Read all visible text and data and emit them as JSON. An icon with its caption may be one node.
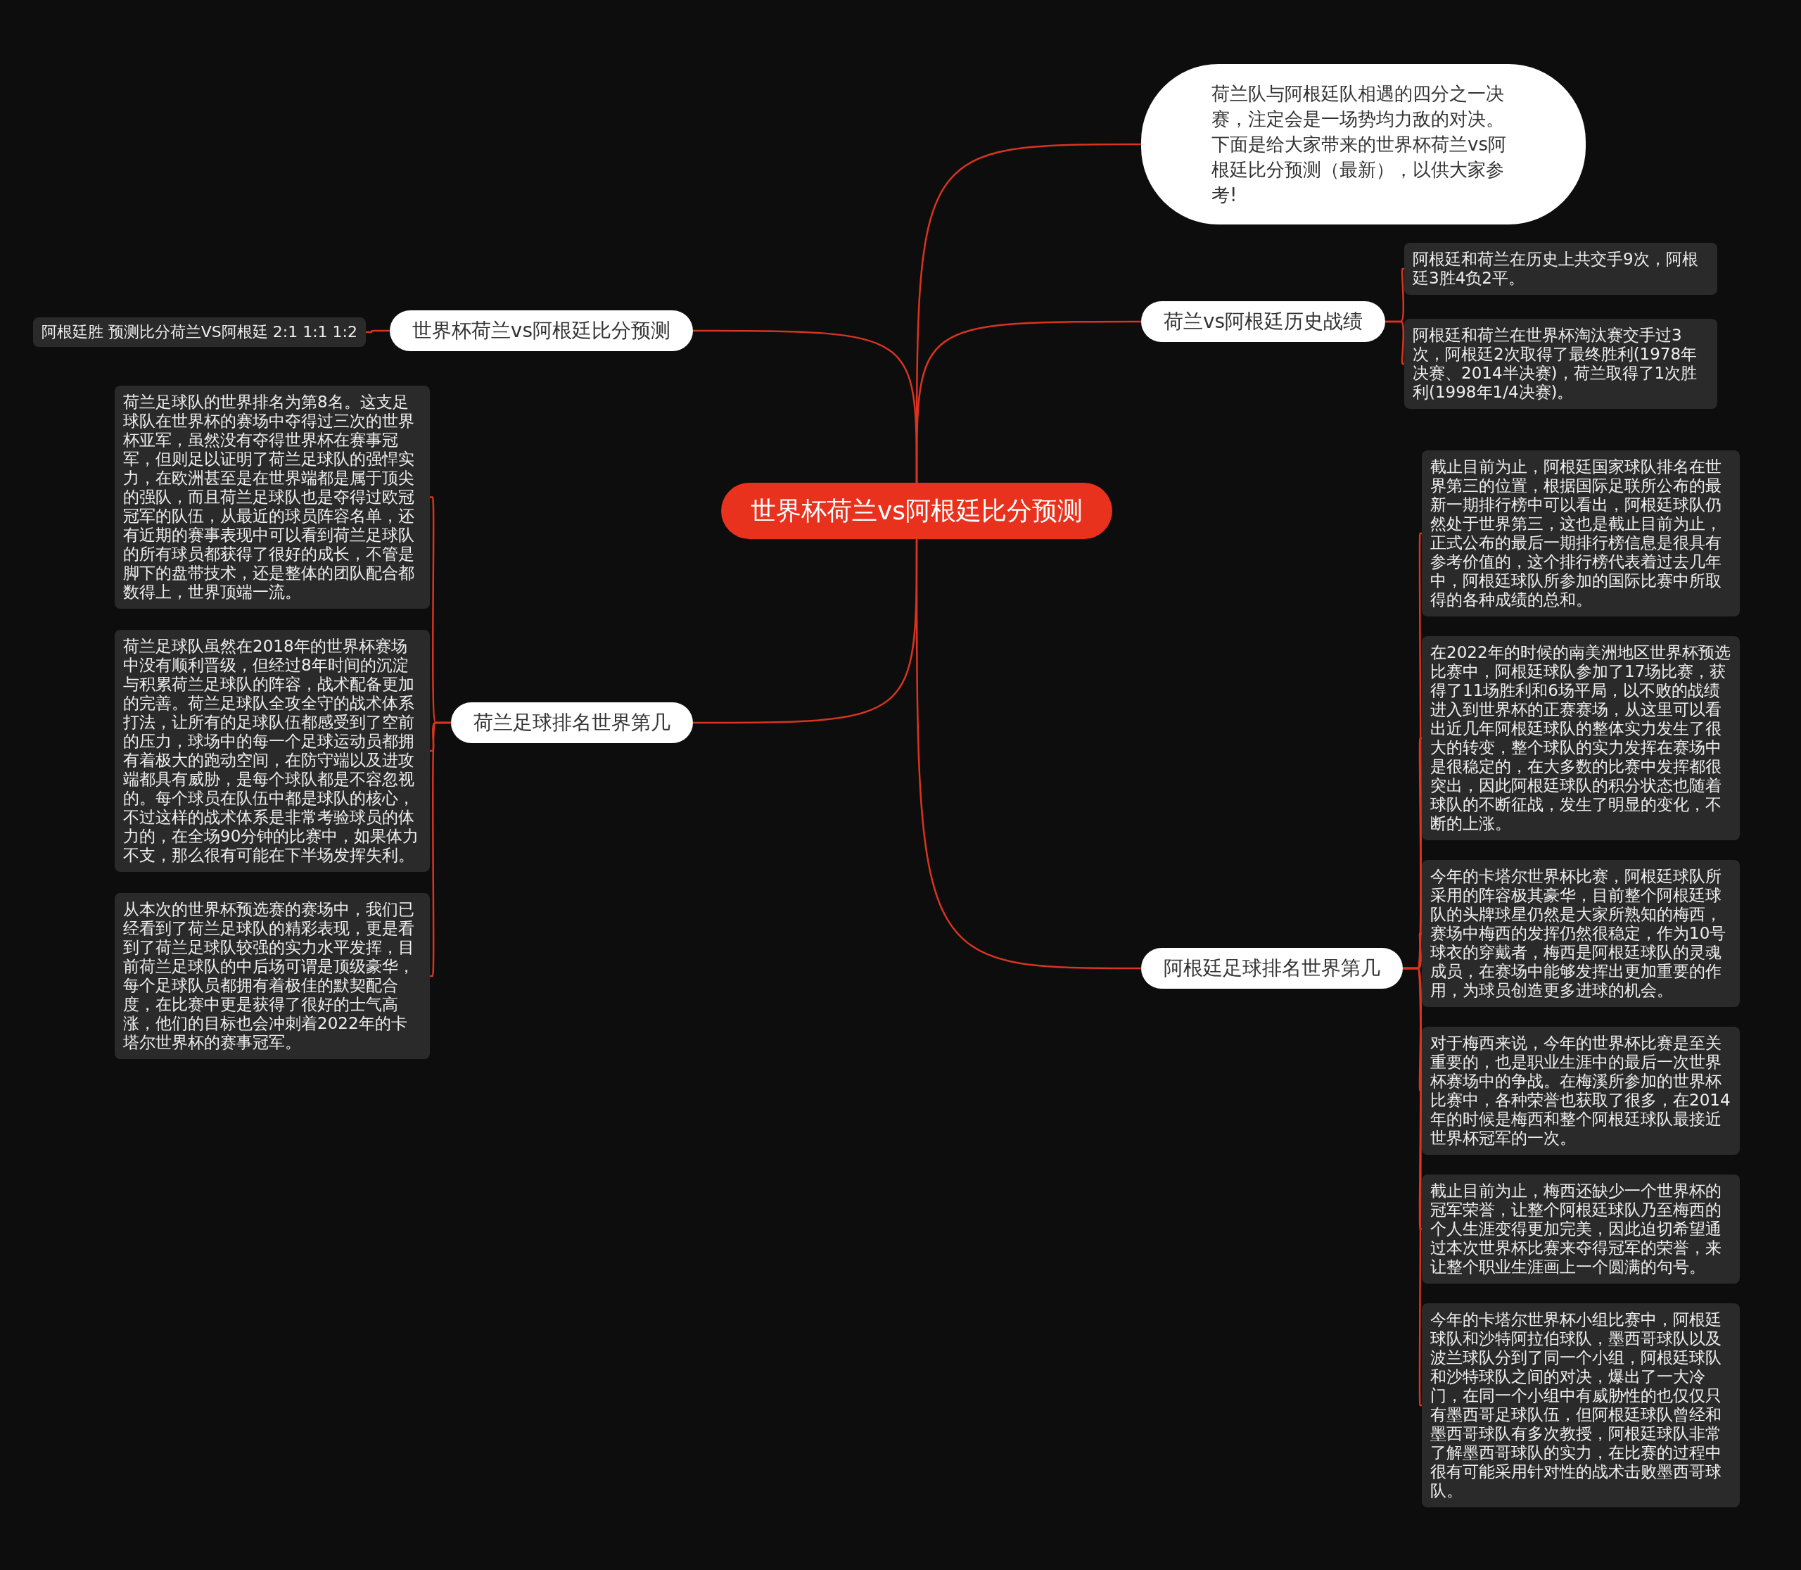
{
  "diagram": {
    "nodes": [
      {
        "text": [
          "世界杯荷兰vs阿根廷比分预测"
        ]
      },
      {
        "text": [
          "荷兰队与阿根廷队相遇的四分之一决赛，注定会是一场势均力敌的对决。下面是给大家带来的世界杯荷兰vs阿根廷比分预测（最新），以供大家参考!"
        ]
      },
      {
        "text": [
          "世界杯荷兰vs阿根廷比分预测"
        ]
      },
      {
        "text": [
          "阿根廷胜 预测比分荷兰VS阿根廷 2:1 1:1 1:2"
        ]
      },
      {
        "text": [
          "荷兰vs阿根廷历史战绩"
        ]
      },
      {
        "text": [
          "阿根廷和荷兰在历史上共交手9次，阿根廷3胜4负2平。"
        ]
      },
      {
        "text": [
          "阿根廷和荷兰在世界杯淘汰赛交手过3次，阿根廷2次取得了最终胜利(1978年决赛、2014半决赛)，荷兰取得了1次胜利(1998年1/4决赛)。"
        ]
      },
      {
        "text": [
          "荷兰足球排名世界第几"
        ]
      },
      {
        "text": [
          "荷兰足球队的世界排名为第8名。这支足球队在世界杯的赛场中夺得过三次的世界杯亚军，虽然没有夺得世界杯在赛事冠军，但则足以证明了荷兰足球队的强悍实力，在欧洲甚至是在世界端都是属于顶尖的强队，而且荷兰足球队也是夺得过欧冠冠军的队伍，从最近的球员阵容名单，还有近期的赛事表现中可以看到荷兰足球队的所有球员都获得了很好的成长，不管是脚下的盘带技术，还是整体的团队配合都数得上，世界顶端一流。"
        ]
      },
      {
        "text": [
          "荷兰足球队虽然在2018年的世界杯赛场中没有顺利晋级，但经过8年时间的沉淀与积累荷兰足球队的阵容，战术配备更加的完善。荷兰足球队全攻全守的战术体系打法，让所有的足球队伍都感受到了空前的压力，球场中的每一个足球运动员都拥有着极大的跑动空间，在防守端以及进攻端都具有威胁，是每个球队都是不容忽视的。每个球员在队伍中都是球队的核心，不过这样的战术体系是非常考验球员的体力的，在全场90分钟的比赛中，如果体力不支，那么很有可能在下半场发挥失利。"
        ]
      },
      {
        "text": [
          "从本次的世界杯预选赛的赛场中，我们已经看到了荷兰足球队的精彩表现，更是看到了荷兰足球队较强的实力水平发挥，目前荷兰足球队的中后场可谓是顶级豪华，每个足球队员都拥有着极佳的默契配合度，在比赛中更是获得了很好的士气高涨，他们的目标也会冲刺着2022年的卡塔尔世界杯的赛事冠军。"
        ]
      },
      {
        "text": [
          "阿根廷足球排名世界第几"
        ]
      },
      {
        "text": [
          "截止目前为止，阿根廷国家球队排名在世界第三的位置，根据国际足联所公布的最新一期排行榜中可以看出，阿根廷球队仍然处于世界第三，这也是截止目前为止，正式公布的最后一期排行榜信息是很具有参考价值的，这个排行榜代表着过去几年中，阿根廷球队所参加的国际比赛中所取得的各种成绩的总和。"
        ]
      },
      {
        "text": [
          "在2022年的时候的南美洲地区世界杯预选比赛中，阿根廷球队参加了17场比赛，获得了11场胜利和6场平局，以不败的战绩进入到世界杯的正赛赛场，从这里可以看出近几年阿根廷球队的整体实力发生了很大的转变，整个球队的实力发挥在赛场中是很稳定的，在大多数的比赛中发挥都很突出，因此阿根廷球队的积分状态也随着球队的不断征战，发生了明显的变化，不断的上涨。"
        ]
      },
      {
        "text": [
          "今年的卡塔尔世界杯比赛，阿根廷球队所采用的阵容极其豪华，目前整个阿根廷球队的头牌球星仍然是大家所熟知的梅西，赛场中梅西的发挥仍然很稳定，作为10号球衣的穿戴者，梅西是阿根廷球队的灵魂成员，在赛场中能够发挥出更加重要的作用，为球员创造更多进球的机会。"
        ]
      },
      {
        "text": [
          "对于梅西来说，今年的世界杯比赛是至关重要的，也是职业生涯中的最后一次世界杯赛场中的争战。在梅溪所参加的世界杯比赛中，各种荣誉也获取了很多，在2014年的时候是梅西和整个阿根廷球队最接近世界杯冠军的一次。"
        ]
      },
      {
        "text": [
          "截止目前为止，梅西还缺少一个世界杯的冠军荣誉，让整个阿根廷球队乃至梅西的个人生涯变得更加完美，因此迫切希望通过本次世界杯比赛来夺得冠军的荣誉，来让整个职业生涯画上一个圆满的句号。"
        ]
      },
      {
        "text": [
          "今年的卡塔尔世界杯小组比赛中，阿根廷球队和沙特阿拉伯球队，墨西哥球队以及波兰球队分到了同一个小组，阿根廷球队和沙特球队之间的对决，爆出了一大冷门，在同一个小组中有威胁性的也仅仅只有墨西哥足球队伍，但阿根廷球队曾经和墨西哥球队有多次教授，阿根廷球队非常了解墨西哥球队的实力，在比赛的过程中很有可能采用针对性的战术击败墨西哥球队。"
        ]
      }
    ],
    "edges": [
      {
        "from": 0,
        "to": 1,
        "arrow": "none"
      },
      {
        "from": 0,
        "to": 2,
        "arrow": "none"
      },
      {
        "from": 2,
        "to": 3,
        "arrow": "none"
      },
      {
        "from": 0,
        "to": 4,
        "arrow": "none"
      },
      {
        "from": 4,
        "to": 5,
        "arrow": "none"
      },
      {
        "from": 4,
        "to": 6,
        "arrow": "none"
      },
      {
        "from": 0,
        "to": 7,
        "arrow": "none"
      },
      {
        "from": 7,
        "to": 8,
        "arrow": "none"
      },
      {
        "from": 7,
        "to": 9,
        "arrow": "none"
      },
      {
        "from": 7,
        "to": 10,
        "arrow": "none"
      },
      {
        "from": 0,
        "to": 11,
        "arrow": "none"
      },
      {
        "from": 11,
        "to": 12,
        "arrow": "none"
      },
      {
        "from": 11,
        "to": 13,
        "arrow": "none"
      },
      {
        "from": 11,
        "to": 14,
        "arrow": "none"
      },
      {
        "from": 11,
        "to": 15,
        "arrow": "none"
      },
      {
        "from": 11,
        "to": 16,
        "arrow": "none"
      },
      {
        "from": 11,
        "to": 17,
        "arrow": "none"
      }
    ]
  }
}
